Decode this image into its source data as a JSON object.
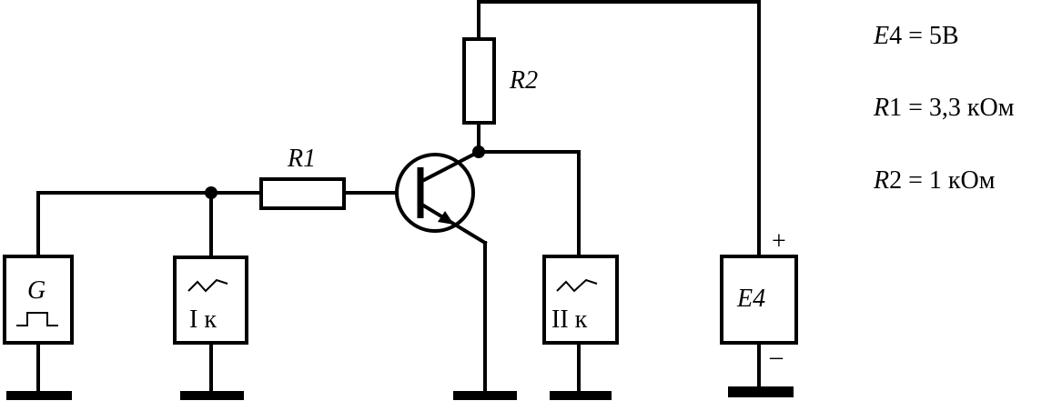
{
  "labels": {
    "r1": "R1",
    "r2": "R2",
    "generator": "G",
    "channel1": "I к",
    "channel2": "II к",
    "source": "E4",
    "plus": "+",
    "minus": "–"
  },
  "parameters": [
    {
      "symbol": "E",
      "text": "4 = 5В"
    },
    {
      "symbol": "R",
      "text": "1 = 3,3 кОм"
    },
    {
      "symbol": "R",
      "text": "2 = 1 кОм"
    }
  ]
}
